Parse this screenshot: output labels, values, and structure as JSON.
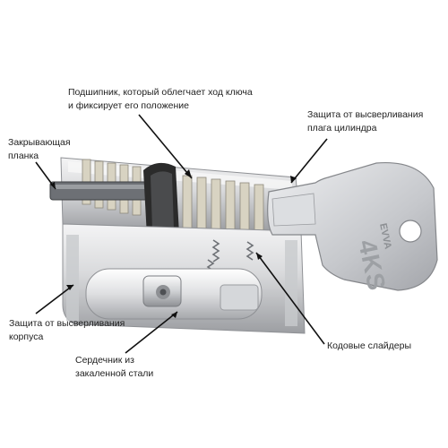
{
  "labels": {
    "bearing": {
      "line1": "Подшипник, который облегчает ход ключа",
      "line2": "и фиксирует его положение"
    },
    "drill_plate": {
      "line1": "Защита от высверливания",
      "line2": "плага цилиндра"
    },
    "lock_strip": {
      "line1": "Закрывающая",
      "line2": "планка"
    },
    "drill_body": {
      "line1": "Защита от высверливания",
      "line2": "корпуса"
    },
    "core": {
      "line1": "Сердечник из",
      "line2": "закаленной стали"
    },
    "sliders": {
      "line1": "Кодовые слайдеры"
    }
  },
  "key": {
    "engraving_1": "4KS",
    "engraving_2": "EVVA"
  },
  "colors": {
    "metal_light": "#e4e4e6",
    "metal_mid": "#b9bbbf",
    "metal_dark": "#6d7075",
    "pin_color": "#d8d3c2",
    "bearing_color": "#2b2b2b",
    "leader_line": "#111111"
  }
}
